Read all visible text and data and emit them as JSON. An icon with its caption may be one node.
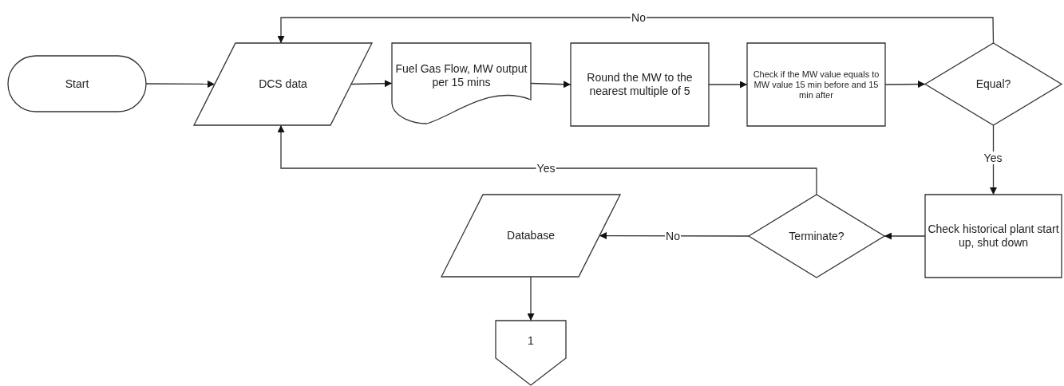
{
  "diagram": {
    "nodes": [
      {
        "text": [
          "Start"
        ]
      },
      {
        "text": [
          "DCS data"
        ]
      },
      {
        "text": [
          "Fuel Gas Flow, MW output per 15 mins"
        ]
      },
      {
        "text": [
          "Round the MW to the nearest multiple of 5"
        ]
      },
      {
        "text": [
          "Check if the MW value equals to MW value 15 min before and 15 min after"
        ]
      },
      {
        "text": [
          "Equal?"
        ]
      },
      {
        "text": [
          "Check historical plant start up, shut down"
        ]
      },
      {
        "text": [
          "Terminate?"
        ]
      },
      {
        "text": [
          "Database"
        ]
      },
      {
        "text": [
          "1"
        ]
      }
    ],
    "edges": [
      {
        "from": 0,
        "to": 1,
        "arrow": "to"
      },
      {
        "from": 1,
        "to": 2,
        "arrow": "to"
      },
      {
        "from": 2,
        "to": 3,
        "arrow": "to"
      },
      {
        "from": 3,
        "to": 4,
        "arrow": "to"
      },
      {
        "from": 4,
        "to": 5,
        "arrow": "to"
      },
      {
        "from": 5,
        "to": 1,
        "arrow": "to",
        "label": "No"
      },
      {
        "from": 5,
        "to": 6,
        "arrow": "to",
        "label": "Yes"
      },
      {
        "from": 6,
        "to": 7,
        "arrow": "to"
      },
      {
        "from": 7,
        "to": 1,
        "arrow": "to",
        "label": "Yes"
      },
      {
        "from": 7,
        "to": 8,
        "arrow": "to",
        "label": "No"
      },
      {
        "from": 8,
        "to": 9,
        "arrow": "to"
      }
    ]
  }
}
